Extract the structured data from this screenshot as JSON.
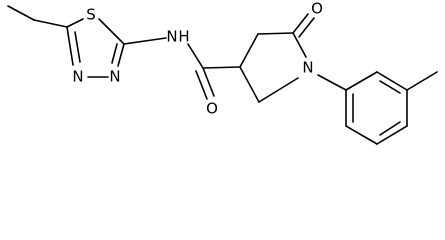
{
  "molecule": {
    "atoms": {
      "sulfur": "S",
      "amide_nitrogen": "N",
      "amide_hydrogen": "H",
      "thiadiazole_n3": "N",
      "thiadiazole_n4": "N",
      "ring_nitrogen": "N",
      "ketone_oxygen": "O",
      "amide_oxygen": "O"
    },
    "colors": {
      "bond": "#000000",
      "label": "#000000",
      "background": "#ffffff"
    }
  }
}
